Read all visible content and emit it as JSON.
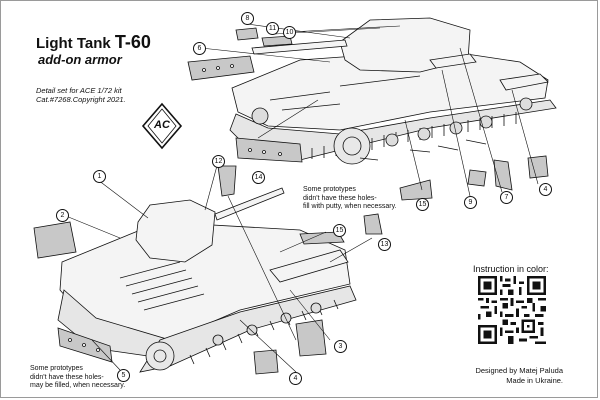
{
  "title": {
    "prefix": "Light Tank",
    "model": "T-60"
  },
  "subtitle": "add-on armor",
  "kit_note": {
    "line1": "Detail set for ACE 1/72 kit",
    "line2": "Cat.#7268.Copyright 2021."
  },
  "logo": {
    "text": "AC"
  },
  "note_top": {
    "line1": "Some prototypes",
    "line2": "didn't have these holes-",
    "line3": "fill with putty, when necessary."
  },
  "note_bottom": {
    "line1": "Some prototypes",
    "line2": "didn't have these holes-",
    "line3": "may be filled, when necessary."
  },
  "qr_label": "Instruction in color:",
  "credits": {
    "line1": "Designed by Matej Paluda",
    "line2": "Made in Ukraine."
  },
  "callouts": {
    "c1": "1",
    "c2": "2",
    "c3": "3",
    "c4a": "4",
    "c4b": "4",
    "c5": "5",
    "c6": "6",
    "c7": "7",
    "c8": "8",
    "c9": "9",
    "c10": "10",
    "c11": "11",
    "c12": "12",
    "c13": "13",
    "c14": "14",
    "c15a": "15",
    "c15b": "15"
  },
  "colors": {
    "line": "#111111",
    "part_fill": "#c8c8c8",
    "tank_fill": "#f4f4f4",
    "shade": "#dcdcdc"
  }
}
